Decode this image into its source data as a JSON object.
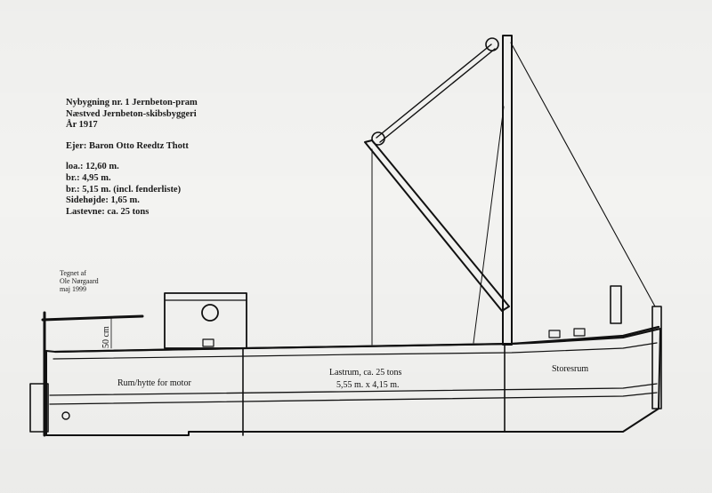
{
  "info": {
    "line1": "Nybygning nr. 1   Jernbeton-pram",
    "line2": "Næstved Jernbeton-skibsbyggeri",
    "line3": "År  1917",
    "owner": "Ejer: Baron Otto Reedtz Thott",
    "loa": "loa.: 12,60 m.",
    "br1": "br.: 4,95 m.",
    "br2": "br.: 5,15 m. (incl. fenderliste)",
    "side": "Sidehøjde: 1,65 m.",
    "cargo": "Lastevne: ca. 25 tons"
  },
  "credit": {
    "line1": "Tegnet af",
    "line2": "Ole Nørgaard",
    "line3": "maj  1999"
  },
  "diagram": {
    "dim_label": "50 cm",
    "engine_room": "Rum/hytte for motor",
    "hold_line1": "Lastrum, ca. 25 tons",
    "hold_line2": "5,55 m. x 4,15 m.",
    "store_room": "Storesrum"
  }
}
